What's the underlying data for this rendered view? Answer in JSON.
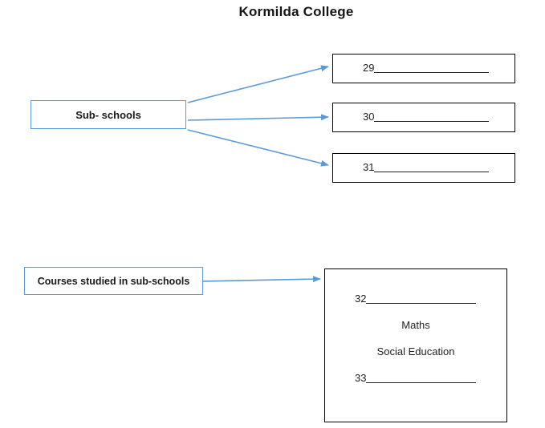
{
  "title": "Kormilda College",
  "colors": {
    "accent_blue": "#5B9BD5",
    "box_line_black": "#000000"
  },
  "sub_schools": {
    "label": "Sub- schools",
    "answers": [
      {
        "number": "29"
      },
      {
        "number": "30"
      },
      {
        "number": "31"
      }
    ]
  },
  "courses": {
    "label": "Courses studied in sub-schools",
    "box_items": [
      {
        "number": "32"
      },
      {
        "text": "Maths"
      },
      {
        "text": "Social Education"
      },
      {
        "number": "33"
      }
    ]
  }
}
